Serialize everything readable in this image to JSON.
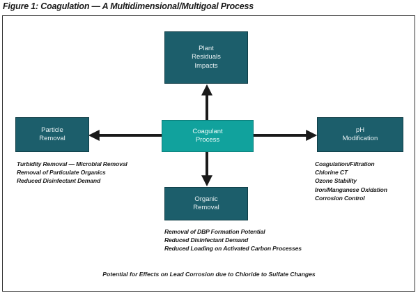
{
  "title": "Figure 1: Coagulation — A Multidimensional/Multigoal Process",
  "boxes": {
    "plant": {
      "lines": [
        "Plant",
        "Residuals",
        "Impacts"
      ]
    },
    "particle": {
      "lines": [
        "Particle",
        "Removal"
      ]
    },
    "coagulant": {
      "lines": [
        "Coagulant",
        "Process"
      ]
    },
    "ph": {
      "lines": [
        "pH",
        "Modification"
      ]
    },
    "organic": {
      "lines": [
        "Organic",
        "Removal"
      ]
    }
  },
  "particle_effects": [
    "Turbidity Removal — Microbial Removal",
    "Removal of Particulate Organics",
    "Reduced Disinfectant Demand"
  ],
  "ph_effects": [
    "Coagulation/Filtration",
    "Chlorine CT",
    "Ozone Stability",
    "Iron/Manganese Oxidation",
    "Corrosion Control"
  ],
  "organic_effects": [
    "Removal of DBP Formation Potential",
    "Reduced Disinfectant Demand",
    "Reduced Loading on Activated Carbon Processes"
  ],
  "footnote": "Potential for Effects on Lead Corrosion due to Chloride to Sulfate Changes",
  "colors": {
    "box_dark": "#1c5e6b",
    "box_center": "#11a29d",
    "arrow": "#1a1a1a"
  }
}
